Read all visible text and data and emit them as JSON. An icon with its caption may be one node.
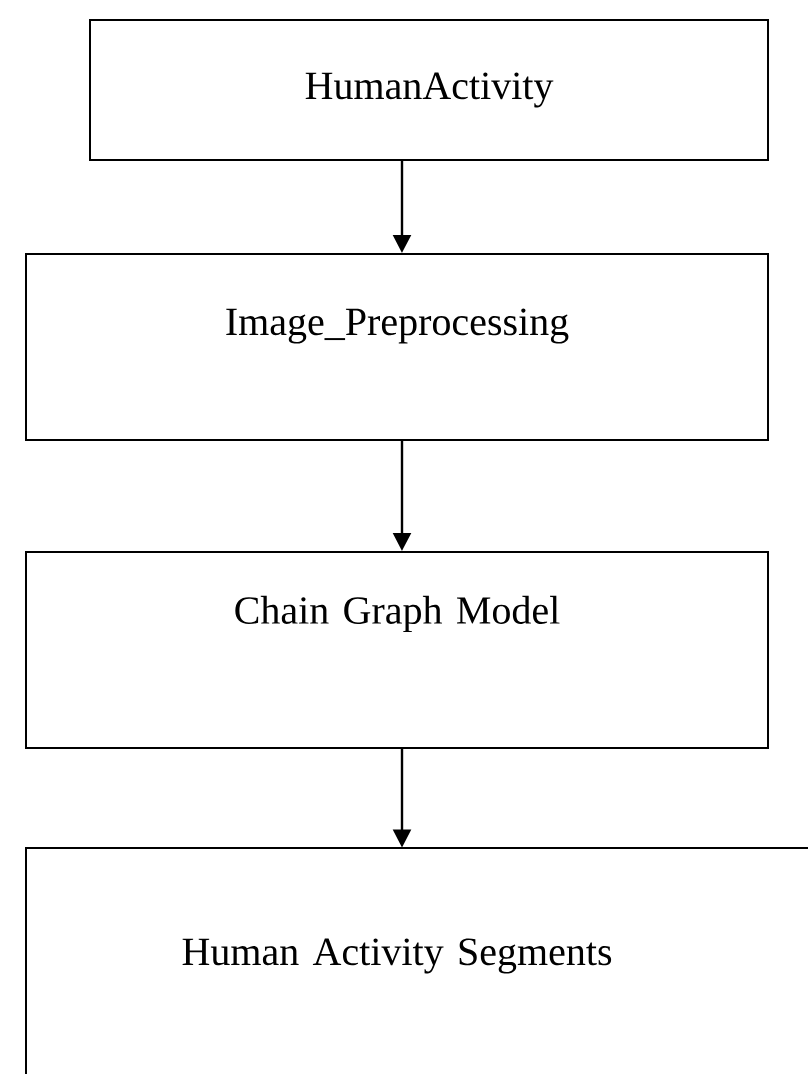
{
  "diagram": {
    "nodes": [
      {
        "text": [
          "HumanActivity"
        ]
      },
      {
        "text": [
          "Image_Preprocessing"
        ]
      },
      {
        "text": [
          "Chain Graph Model"
        ]
      },
      {
        "text": [
          "Human Activity Segments"
        ]
      }
    ],
    "edges": [
      {
        "from": 0,
        "to": 1,
        "arrow": "to"
      },
      {
        "from": 1,
        "to": 2,
        "arrow": "to"
      },
      {
        "from": 2,
        "to": 3,
        "arrow": "to"
      }
    ]
  }
}
